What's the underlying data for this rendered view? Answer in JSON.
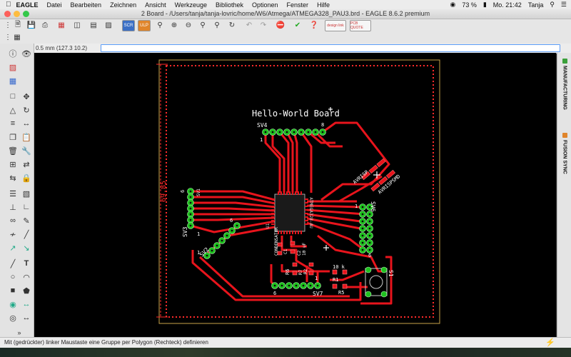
{
  "menubar": {
    "items": [
      "EAGLE",
      "Datei",
      "Bearbeiten",
      "Zeichnen",
      "Ansicht",
      "Werkzeuge",
      "Bibliothek",
      "Optionen",
      "Fenster",
      "Hilfe"
    ],
    "battery": "73 %",
    "clock": "Mo. 21:42",
    "user": "Tanja"
  },
  "window": {
    "title": "2 Board - /Users/tanja/tanja-lovric/home/W6/Atmega/ATMEGA328_PAU3.brd - EAGLE 8.6.2 premium"
  },
  "toolbar": {
    "scr_label": "SCR",
    "ulp_label": "ULP",
    "design_link_label": "design link",
    "pcb_quote_label": "PCB QUOTE"
  },
  "coords": {
    "value": "0.5 mm (127.3 10.2)"
  },
  "board": {
    "title": "Hello-World Board",
    "dimension": "69.85",
    "labels": {
      "sv4": "SV4",
      "sv4_pin1": "1",
      "sv4_pin8": "8",
      "sv1": "SV1",
      "sv1_pin6": "6",
      "sv1_pin1": "1",
      "sv3": "SV3",
      "sv3_pin1": "1",
      "sv3_pin6": "6",
      "sv2": "SV2",
      "sv2_pin1": "1",
      "sv6": "SV6",
      "sv6_pin1": "1",
      "sv6_pin6": "6",
      "sv7": "SV7",
      "sv7_pin6": "6",
      "sv7_pin1": "1",
      "avrisp": "AVRISP",
      "avrispsmd": "AVRISPSMD",
      "u1": "U1",
      "chip": "ATMEGA328-AU",
      "condensator": "CONDENSATOR",
      "c1": "C1",
      "c2": "C2",
      "r6": "R6",
      "r7": "R7",
      "r1": "R1",
      "r2": "R2",
      "r5": "R5",
      "c2_value": "10 uF",
      "r_value": "10 k",
      "s1": "S1"
    }
  },
  "dock": {
    "manufacturing": "MANUFACTURING",
    "fusion_sync": "FUSION SYNC"
  },
  "status": {
    "message": "Mit (gedrückter) linker Maustaste eine Gruppe per Polygon (Rechteck) definieren"
  }
}
